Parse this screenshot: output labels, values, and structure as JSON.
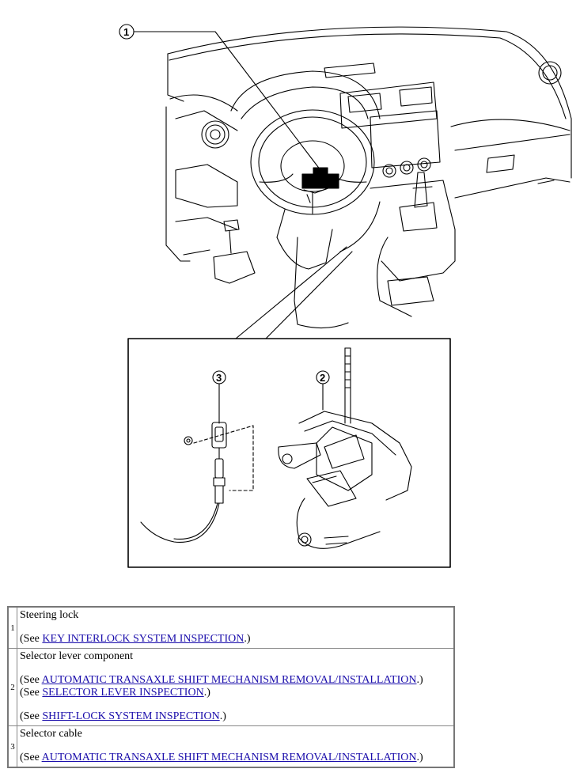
{
  "callouts": [
    "1",
    "2",
    "3"
  ],
  "parts": [
    {
      "number": "1",
      "name": "Steering lock",
      "references": [
        {
          "prefix": "(See ",
          "link": "KEY INTERLOCK SYSTEM INSPECTION",
          "suffix": ".)"
        }
      ]
    },
    {
      "number": "2",
      "name": "Selector lever component",
      "references": [
        {
          "prefix": "(See ",
          "link": "AUTOMATIC TRANSAXLE SHIFT MECHANISM REMOVAL/INSTALLATION",
          "suffix": ".)"
        },
        {
          "prefix": "(See ",
          "link": "SELECTOR LEVER INSPECTION",
          "suffix": ".)"
        },
        {
          "prefix": "(See ",
          "link": "SHIFT-LOCK SYSTEM INSPECTION",
          "suffix": ".)"
        }
      ]
    },
    {
      "number": "3",
      "name": "Selector cable",
      "references": [
        {
          "prefix": "(See ",
          "link": "AUTOMATIC TRANSAXLE SHIFT MECHANISM REMOVAL/INSTALLATION",
          "suffix": ".)"
        }
      ]
    }
  ],
  "colors": {
    "link": "#1a0dab",
    "table_border": "#777777"
  }
}
